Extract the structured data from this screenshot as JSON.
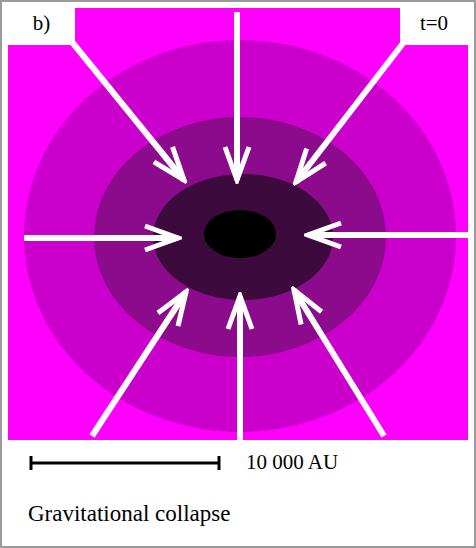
{
  "diagram": {
    "caption": "Gravitational collapse",
    "labels": [
      "b)",
      "t=0",
      "10 000 AU"
    ]
  }
}
